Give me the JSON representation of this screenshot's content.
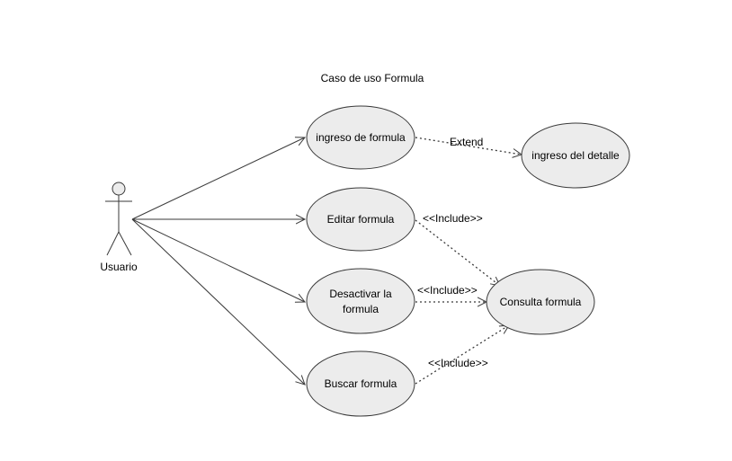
{
  "diagram": {
    "title": "Caso de uso Formula",
    "actor": {
      "label": "Usuario"
    },
    "use_cases": {
      "ingreso_formula": "ingreso de formula",
      "ingreso_detalle": "ingreso del detalle",
      "editar_formula": "Editar formula",
      "desactivar_formula_line1": "Desactivar la",
      "desactivar_formula_line2": "formula",
      "consulta_formula": "Consulta formula",
      "buscar_formula": "Buscar formula"
    },
    "relationships": {
      "extend_label": "Extend",
      "include_editar_label": "<<Include>>",
      "include_desactivar_label": "<<Include>>",
      "include_buscar_label": "<<Include>>"
    },
    "colors": {
      "use_case_fill": "#ececec",
      "stroke": "#3a3a3a"
    }
  }
}
